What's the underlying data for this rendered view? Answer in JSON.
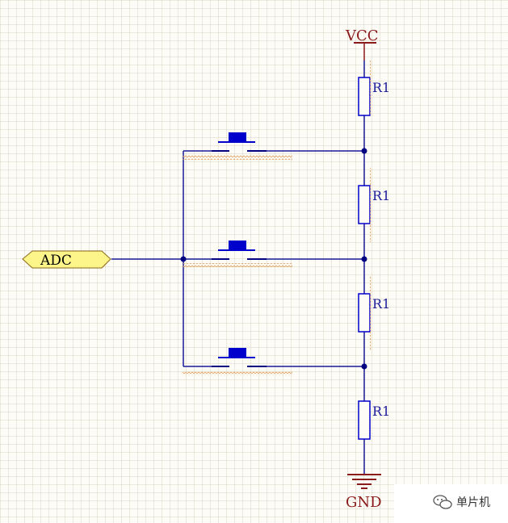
{
  "schematic": {
    "power_label": "VCC",
    "ground_label": "GND",
    "adc_port_label": "ADC",
    "resistors": [
      {
        "designator": "R1"
      },
      {
        "designator": "R1"
      },
      {
        "designator": "R1"
      },
      {
        "designator": "R1"
      }
    ],
    "switch_count": 3
  },
  "watermark": {
    "text": "单片机",
    "icon": "wechat-icon"
  },
  "colors": {
    "wire": "#1a1a9a",
    "label": "#8b1a1a",
    "port_fill": "#fdf58a",
    "component": "#0000cc",
    "hatch": "#e0a060"
  }
}
